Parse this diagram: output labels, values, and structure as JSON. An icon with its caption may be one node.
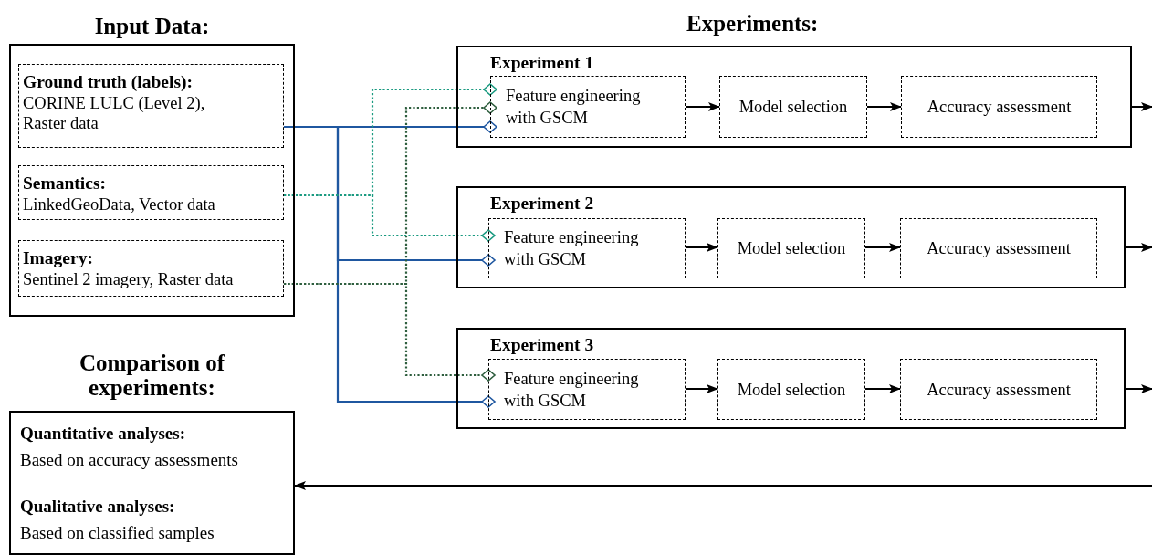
{
  "diagram": {
    "nodes": [
      {
        "text": [
          "Input Data:"
        ]
      },
      {
        "text": [
          "Ground truth (labels):",
          "CORINE LULC (Level 2), Raster data"
        ],
        "in": 0
      },
      {
        "text": [
          "Semantics:",
          "LinkedGeoData, Vector data"
        ],
        "in": 0
      },
      {
        "text": [
          "Imagery:",
          "Sentinel 2 imagery, Raster data"
        ],
        "in": 0
      },
      {
        "text": [
          "Experiment 1"
        ]
      },
      {
        "text": [
          "Feature engineering with GSCM"
        ],
        "in": 4
      },
      {
        "text": [
          "Model selection"
        ],
        "in": 4
      },
      {
        "text": [
          "Accuracy assessment"
        ],
        "in": 4
      },
      {
        "text": [
          "Experiment 2"
        ]
      },
      {
        "text": [
          "Feature engineering with GSCM"
        ],
        "in": 8
      },
      {
        "text": [
          "Model selection"
        ],
        "in": 8
      },
      {
        "text": [
          "Accuracy assessment"
        ],
        "in": 8
      },
      {
        "text": [
          "Experiment 3"
        ]
      },
      {
        "text": [
          "Feature engineering with GSCM"
        ],
        "in": 12
      },
      {
        "text": [
          "Model selection"
        ],
        "in": 12
      },
      {
        "text": [
          "Accuracy assessment"
        ],
        "in": 12
      },
      {
        "text": [
          "Comparison of experiments:",
          "Quantitative analyses:",
          "Based on accuracy assessments",
          "Qualitative analyses:",
          "Based on classified samples"
        ]
      }
    ],
    "edges": [
      {
        "from": 1,
        "to": 5,
        "arrow": "other",
        "color": "#1f57a0"
      },
      {
        "from": 1,
        "to": 9,
        "arrow": "other",
        "color": "#1f57a0"
      },
      {
        "from": 1,
        "to": 13,
        "arrow": "other",
        "color": "#1f57a0"
      },
      {
        "from": 2,
        "to": 5,
        "arrow": "other",
        "style": "dashed",
        "color": "#1a9a80"
      },
      {
        "from": 2,
        "to": 9,
        "arrow": "other",
        "style": "dashed",
        "color": "#1a9a80"
      },
      {
        "from": 3,
        "to": 5,
        "arrow": "other",
        "style": "dashed",
        "color": "#2e5e3e"
      },
      {
        "from": 3,
        "to": 13,
        "arrow": "other",
        "style": "dashed",
        "color": "#2e5e3e"
      },
      {
        "from": 5,
        "to": 6,
        "arrow": "to"
      },
      {
        "from": 6,
        "to": 7,
        "arrow": "to"
      },
      {
        "from": 9,
        "to": 10,
        "arrow": "to"
      },
      {
        "from": 10,
        "to": 11,
        "arrow": "to"
      },
      {
        "from": 13,
        "to": 14,
        "arrow": "to"
      },
      {
        "from": 14,
        "to": 15,
        "arrow": "to"
      },
      {
        "from": 4,
        "to": null,
        "arrow": "to"
      },
      {
        "from": 8,
        "to": null,
        "arrow": "to"
      },
      {
        "from": 12,
        "to": null,
        "arrow": "to"
      },
      {
        "from": null,
        "to": 16,
        "arrow": "to"
      }
    ],
    "labels": [
      "Experiments:"
    ]
  }
}
